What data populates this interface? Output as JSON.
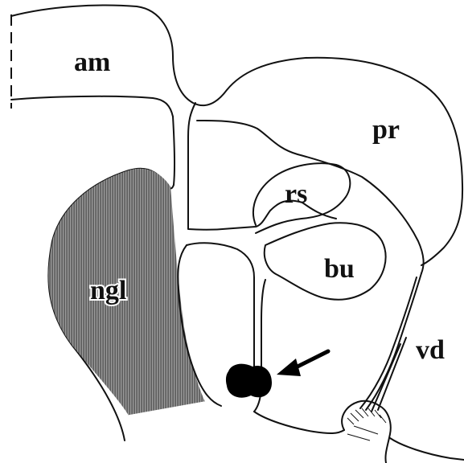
{
  "diagram": {
    "labels": {
      "am": "am",
      "pr": "pr",
      "rs": "rs",
      "bu": "bu",
      "ngl": "ngl",
      "vd": "vd"
    },
    "colors": {
      "outline": "#111111",
      "ngl_fill": "#6b6b6b",
      "ngl_stripe": "#8a8a8a",
      "marker": "#000000",
      "background": "#ffffff"
    },
    "icons": {
      "arrow": "arrow-pointer-icon",
      "marker": "black-dot-marker-icon"
    }
  }
}
